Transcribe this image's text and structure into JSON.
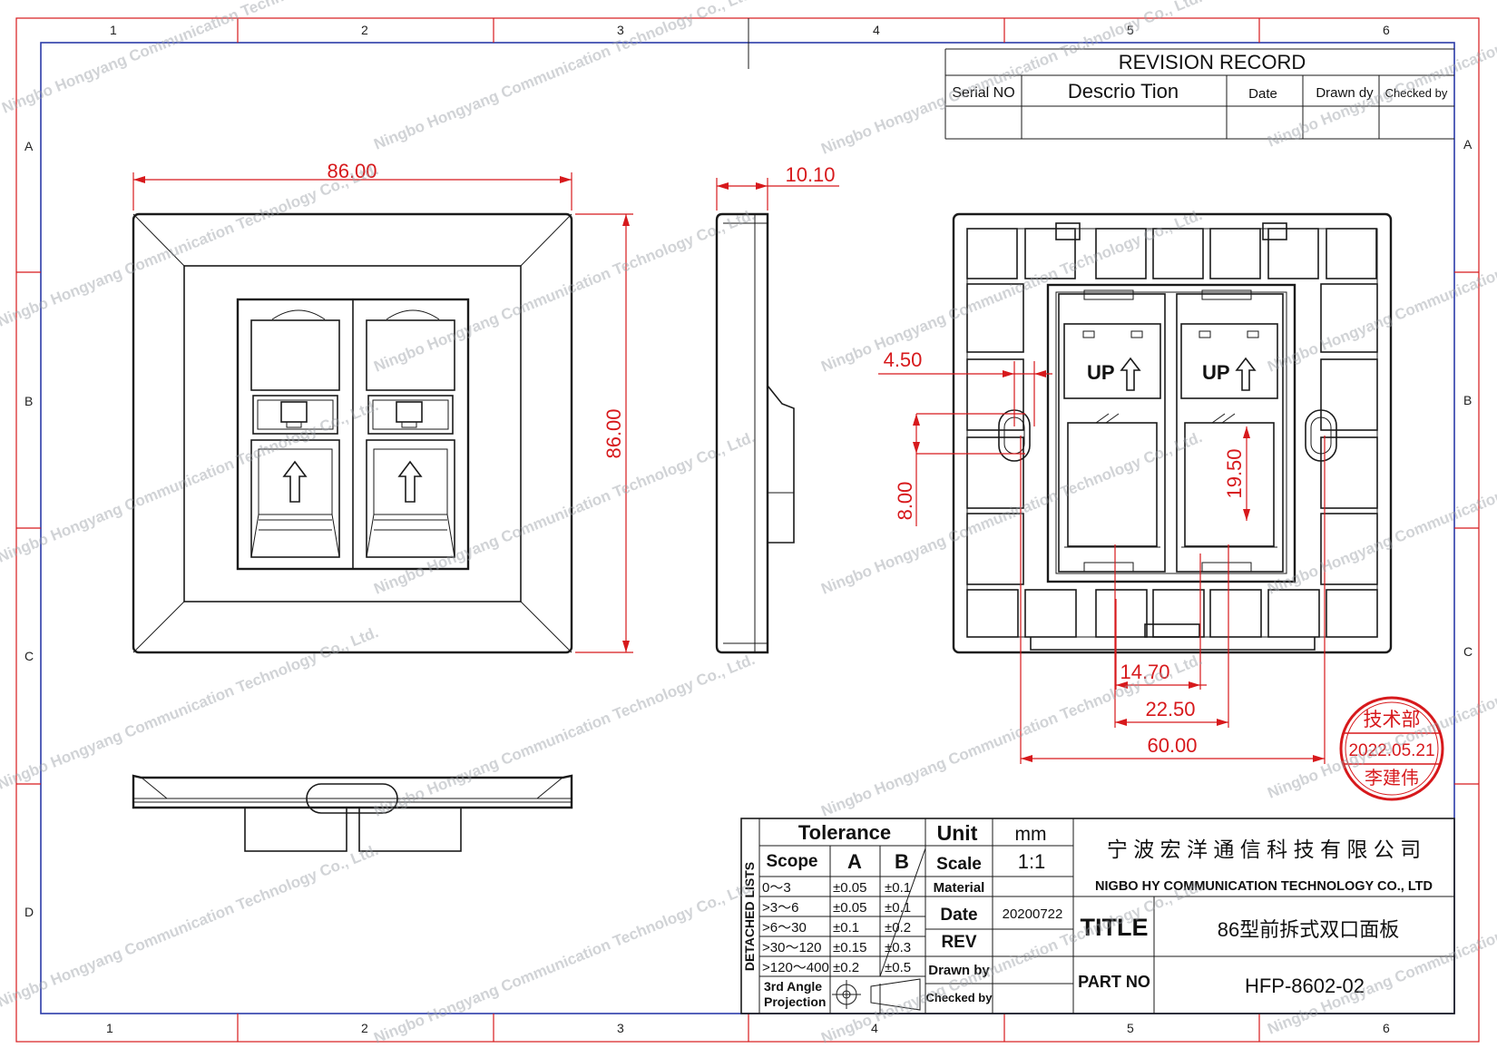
{
  "zones": {
    "columns": [
      "1",
      "2",
      "3",
      "4",
      "5",
      "6"
    ],
    "rows": [
      "A",
      "B",
      "C",
      "D"
    ]
  },
  "revision": {
    "title": "REVISION RECORD",
    "headers": [
      "Serial NO",
      "Descrio Tion",
      "Date",
      "Drawn dy",
      "Checked by"
    ]
  },
  "dimensions": {
    "front_width": "86.00",
    "front_height": "86.00",
    "side_depth": "10.10",
    "hole_offset": "4.50",
    "hole_height": "8.00",
    "port_height": "19.50",
    "port_width": "14.70",
    "port_pitch": "22.50",
    "hole_spacing": "60.00"
  },
  "port_label": "UP",
  "stamp": {
    "dept": "技术部",
    "date": "2022.05.21",
    "name": "李建伟"
  },
  "tolerance": {
    "vertical_label": "DETACHED LISTS",
    "title": "Tolerance",
    "headers": [
      "Scope",
      "A",
      "B"
    ],
    "rows": [
      [
        "0～3",
        "±0.05",
        "±0.1"
      ],
      [
        ">3～6",
        "±0.05",
        "±0.1"
      ],
      [
        ">6～30",
        "±0.1",
        "±0.2"
      ],
      [
        ">30～120",
        "±0.15",
        "±0.3"
      ],
      [
        ">120～400",
        "±0.2",
        "±0.5"
      ]
    ],
    "projection_label_1": "3rd Angle",
    "projection_label_2": "Projection"
  },
  "props": {
    "unit_label": "Unit",
    "unit_value": "mm",
    "scale_label": "Scale",
    "scale_value": "1:1",
    "material_label": "Material",
    "material_value": "",
    "date_label": "Date",
    "date_value": "20200722",
    "rev_label": "REV",
    "rev_value": "",
    "drawn_label": "Drawn by",
    "checked_label": "Checked by"
  },
  "company": {
    "name_cn": "宁 波 宏 洋 通 信 科 技 有 限 公 司",
    "name_en": "NIGBO HY COMMUNICATION TECHNOLOGY CO., LTD",
    "title_label": "TITLE",
    "title_value": "86型前拆式双口面板",
    "part_label": "PART NO",
    "part_value": "HFP-8602-02"
  },
  "watermark": {
    "long": "Ningbo Hongyang Communication Technology Co., Ltd.",
    "short": "Ningbo Hongyang Communication Technology"
  },
  "colors": {
    "red": "#d7191c",
    "blue": "#2b3ba8",
    "line": "#1a1a1a"
  }
}
